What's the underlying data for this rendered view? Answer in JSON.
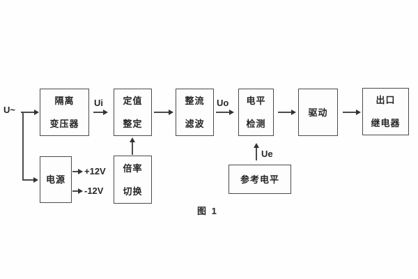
{
  "figure": {
    "caption": "图 1",
    "background": "#fefefe",
    "line_color": "#4a4a4a",
    "text_color": "#262626"
  },
  "signals": {
    "input": "U~",
    "ui": "Ui",
    "uo": "Uo",
    "ue": "Ue",
    "rail_pos": "+12V",
    "rail_neg": "-12V"
  },
  "nodes": {
    "isolation_transformer": {
      "line1": "隔离",
      "line2": "变压器"
    },
    "setpoint_setting": {
      "line1": "定值",
      "line2": "整定"
    },
    "rectifier_filter": {
      "line1": "整流",
      "line2": "滤波"
    },
    "level_detection": {
      "line1": "电平",
      "line2": "检测"
    },
    "driver": {
      "label": "驱动"
    },
    "output_relay": {
      "line1": "出口",
      "line2": "继电器"
    },
    "power_supply": {
      "label": "电源"
    },
    "ratio_switching": {
      "line1": "倍率",
      "line2": "切换"
    },
    "reference_level": {
      "label": "参考电平"
    }
  }
}
